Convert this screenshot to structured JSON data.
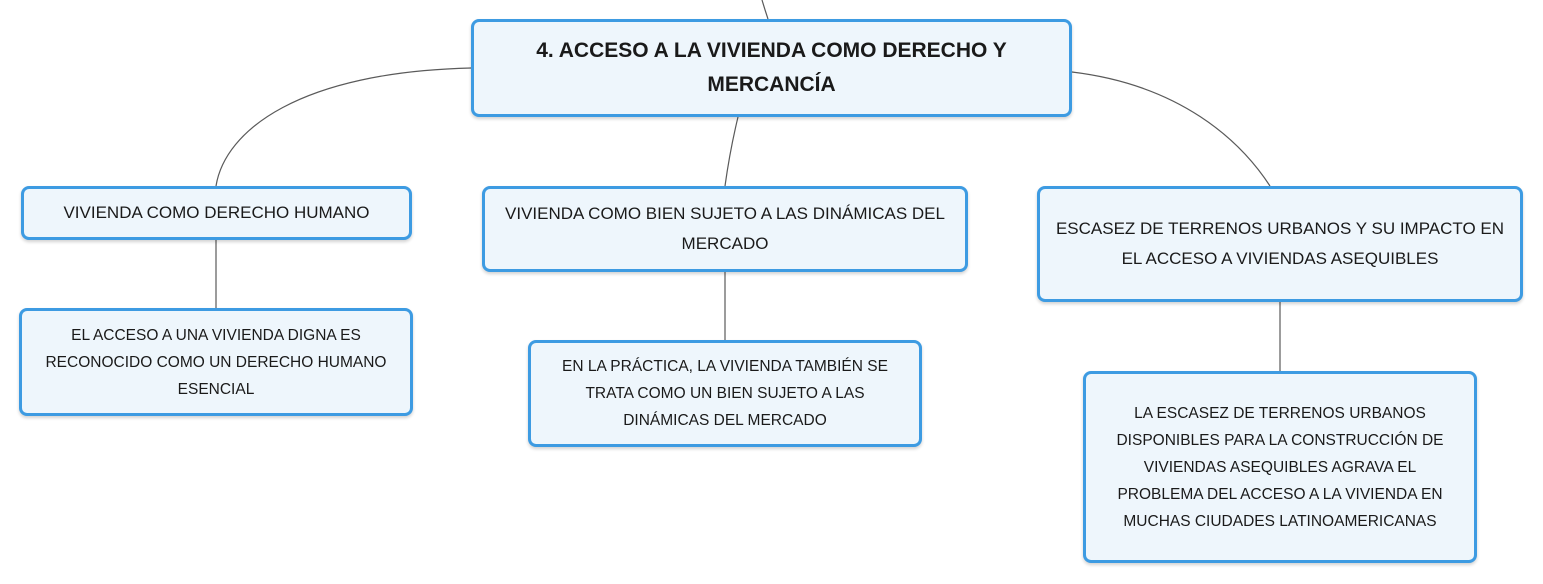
{
  "mindmap": {
    "root": {
      "label": "4. ACCESO A LA VIVIENDA COMO DERECHO Y MERCANCÍA"
    },
    "branches": [
      {
        "label": "VIVIENDA COMO DERECHO HUMANO",
        "child": "EL ACCESO A UNA VIVIENDA DIGNA ES RECONOCIDO COMO UN DERECHO HUMANO ESENCIAL"
      },
      {
        "label": "VIVIENDA COMO BIEN SUJETO A LAS DINÁMICAS DEL MERCADO",
        "child": "EN LA PRÁCTICA, LA VIVIENDA TAMBIÉN SE TRATA COMO UN BIEN SUJETO A LAS DINÁMICAS DEL MERCADO"
      },
      {
        "label": "ESCASEZ DE TERRENOS URBANOS Y SU IMPACTO EN EL ACCESO A VIVIENDAS ASEQUIBLES",
        "child": "LA ESCASEZ DE TERRENOS URBANOS DISPONIBLES PARA LA CONSTRUCCIÓN DE VIVIENDAS ASEQUIBLES AGRAVA EL PROBLEMA DEL ACCESO A LA VIVIENDA EN MUCHAS CIUDADES LATINOAMERICANAS"
      }
    ]
  },
  "colors": {
    "node_border": "#3d9be2",
    "node_fill": "#eef6fc",
    "connector": "#5a5a5a",
    "text": "#1a1a1a"
  }
}
